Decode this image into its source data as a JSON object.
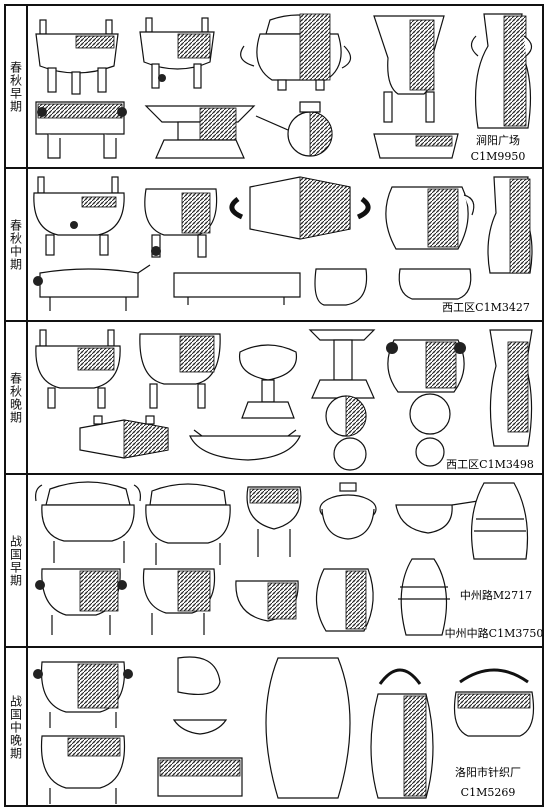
{
  "periods": [
    {
      "label": "春秋早期",
      "sites": [
        "涧阳广场",
        "C1M9950"
      ]
    },
    {
      "label": "春秋中期",
      "sites": [
        "西工区C1M3427"
      ]
    },
    {
      "label": "春秋晚期",
      "sites": [
        "西工区C1M3498"
      ]
    },
    {
      "label": "战国早期",
      "sites": [
        "中州路M2717",
        "中州中路C1M3750"
      ]
    },
    {
      "label": "战国中晚期",
      "sites": [
        "洛阳市针织厂",
        "C1M5269"
      ]
    }
  ]
}
